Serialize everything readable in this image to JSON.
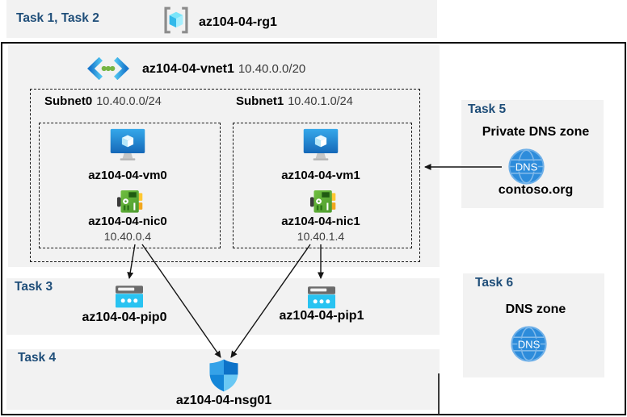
{
  "header": {
    "tasks_label": "Task 1, Task 2",
    "resource_group": "az104-04-rg1"
  },
  "vnet": {
    "name": "az104-04-vnet1",
    "cidr": "10.40.0.0/20"
  },
  "subnets": [
    {
      "name": "Subnet0",
      "cidr": "10.40.0.0/24",
      "vm_name": "az104-04-vm0",
      "nic_name": "az104-04-nic0",
      "nic_ip": "10.40.0.4"
    },
    {
      "name": "Subnet1",
      "cidr": "10.40.1.0/24",
      "vm_name": "az104-04-vm1",
      "nic_name": "az104-04-nic1",
      "nic_ip": "10.40.1.4"
    }
  ],
  "task3": {
    "label": "Task 3",
    "pip0_name": "az104-04-pip0",
    "pip1_name": "az104-04-pip1"
  },
  "task4": {
    "label": "Task 4",
    "nsg_name": "az104-04-nsg01"
  },
  "task5": {
    "label": "Task 5",
    "title": "Private DNS zone",
    "zone_name": "contoso.org",
    "dns_icon_text": "DNS"
  },
  "task6": {
    "label": "Task 6",
    "title": "DNS zone",
    "dns_icon_text": "DNS"
  },
  "colors": {
    "task_label": "#1F4E79",
    "section_bg": "#F2F2F2",
    "arrow": "#141414",
    "pip_cyan": "#29C3F1",
    "nic_green": "#5FB23A",
    "vm_blue": "#1E7FD0",
    "dns_blue": "#2D8CDB"
  }
}
